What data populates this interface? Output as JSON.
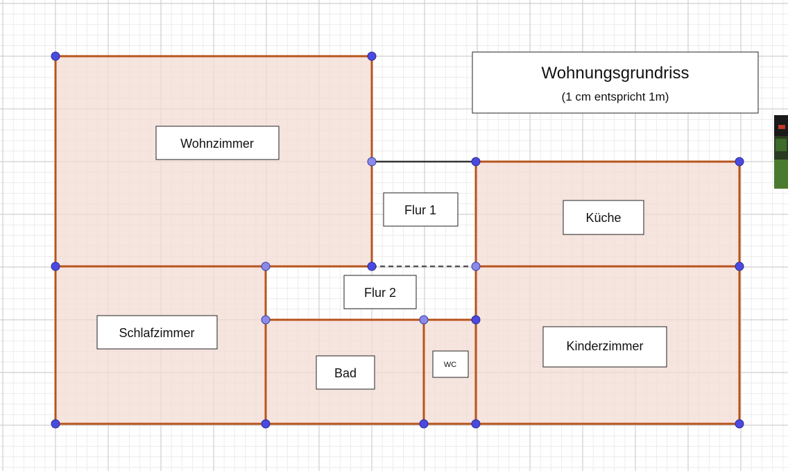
{
  "title": {
    "main": "Wohnungsgrundriss",
    "sub": "(1 cm entspricht 1m)"
  },
  "rooms": {
    "wohnzimmer": "Wohnzimmer",
    "flur1": "Flur 1",
    "kueche": "Küche",
    "flur2": "Flur 2",
    "schlafzimmer": "Schlafzimmer",
    "bad": "Bad",
    "wc": "WC",
    "kinderzimmer": "Kinderzimmer"
  },
  "colors": {
    "wall": "#b8541c",
    "room_fill": "#f3dbd3",
    "point_fill": "#4a4ae0",
    "point_light": "#8a8ae8",
    "grid_major": "#cfcfcf",
    "grid_minor": "#ececec",
    "dashed_line": "#555555",
    "solid_line": "#333333"
  }
}
